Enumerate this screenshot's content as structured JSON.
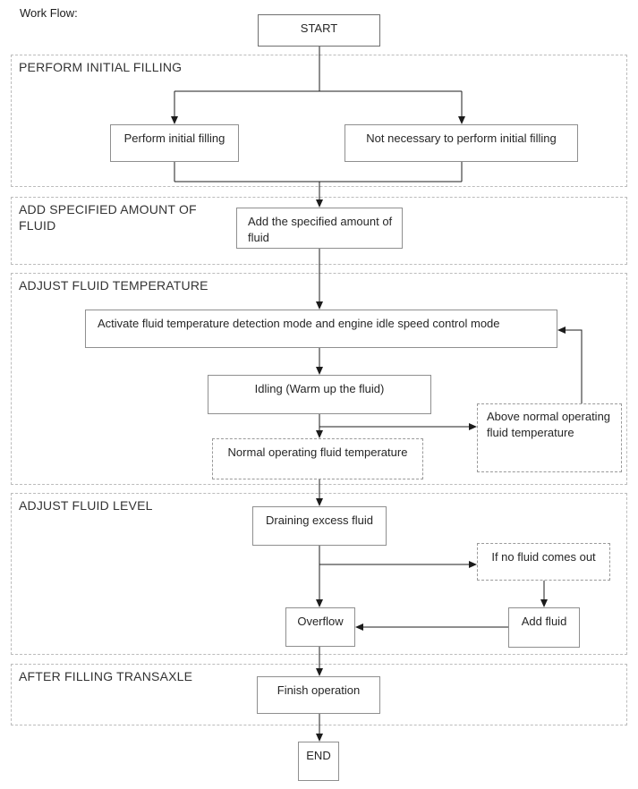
{
  "title": "Work Flow:",
  "colors": {
    "background": "#ffffff",
    "line": "#1c1c1c",
    "node_border": "#8f8f8f",
    "dashed_node_border": "#9a9a9a",
    "section_border": "#bcbcbc",
    "text": "#2a2a2a"
  },
  "flowchart": {
    "start_label": "START",
    "end_label": "END",
    "sections": [
      {
        "label": "PERFORM INITIAL FILLING",
        "nodes": [
          {
            "label": "Perform initial filling"
          },
          {
            "label": "Not necessary to perform initial filling"
          }
        ]
      },
      {
        "label": "ADD SPECIFIED AMOUNT OF FLUID",
        "nodes": [
          {
            "label": "Add the specified amount of fluid"
          }
        ]
      },
      {
        "label": "ADJUST FLUID TEMPERATURE",
        "nodes": [
          {
            "label": "Activate fluid temperature detection mode and engine idle speed control mode"
          },
          {
            "label": "Idling (Warm up the fluid)"
          },
          {
            "label": "Above normal operating fluid temperature"
          },
          {
            "label": "Normal operating fluid temperature"
          }
        ]
      },
      {
        "label": "ADJUST FLUID LEVEL",
        "nodes": [
          {
            "label": "Draining excess fluid"
          },
          {
            "label": "If no fluid comes out"
          },
          {
            "label": "Overflow"
          },
          {
            "label": "Add fluid"
          }
        ]
      },
      {
        "label": "AFTER FILLING TRANSAXLE",
        "nodes": [
          {
            "label": "Finish operation"
          }
        ]
      }
    ]
  }
}
